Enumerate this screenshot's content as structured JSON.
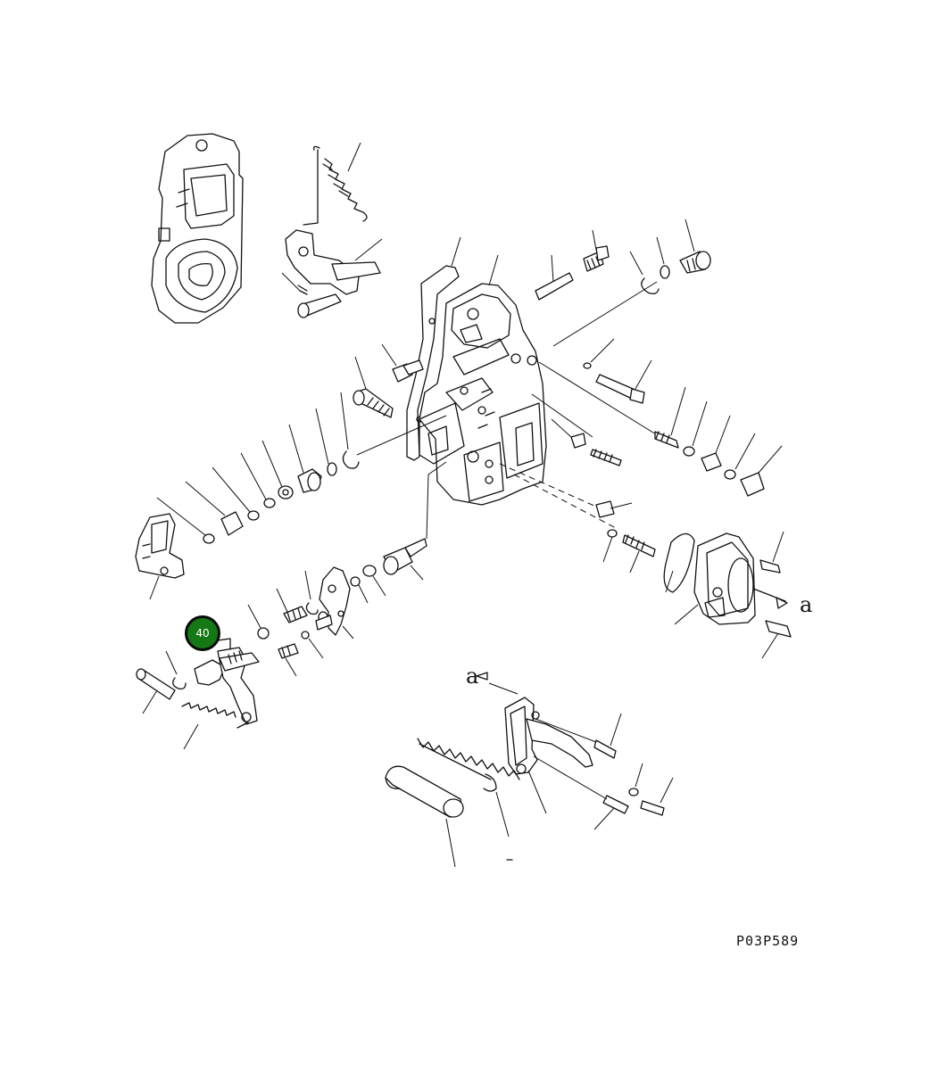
{
  "diagram": {
    "drawing_code": "P03P589",
    "callout": {
      "number": "40",
      "color": "#147814"
    },
    "view_references": {
      "right": "a",
      "left": "a"
    }
  }
}
